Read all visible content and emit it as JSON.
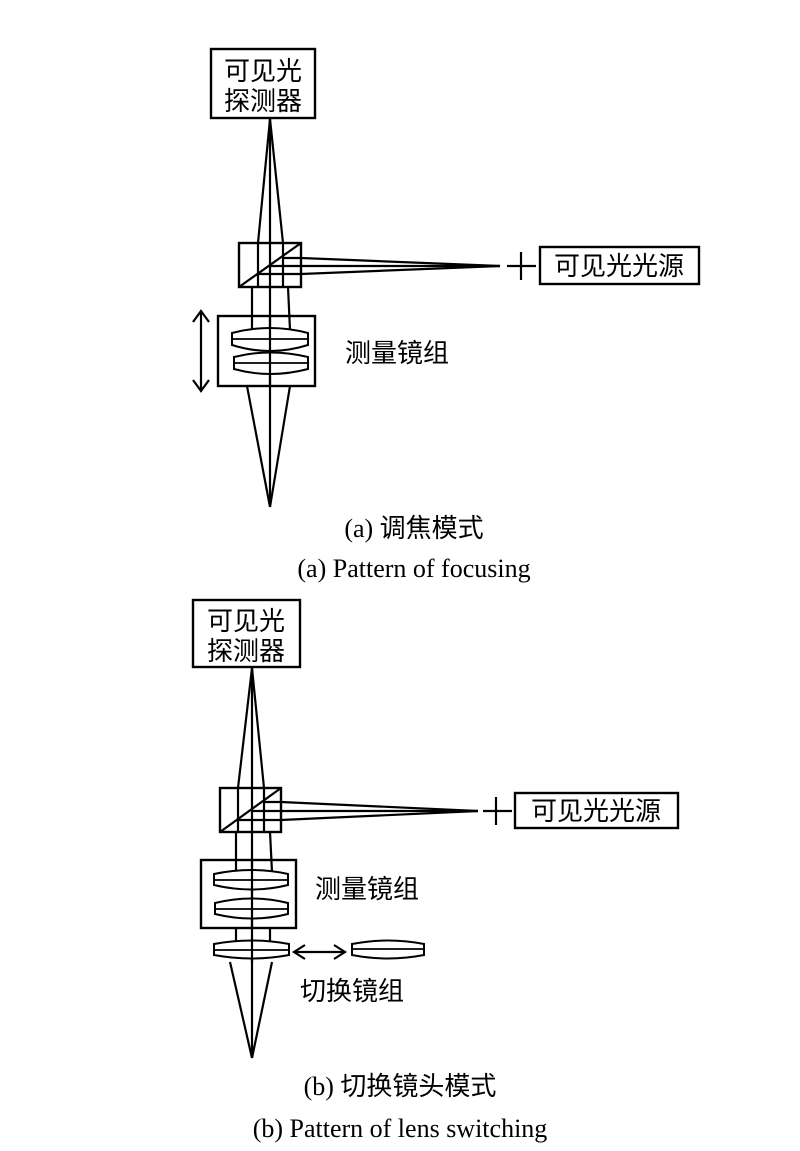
{
  "panels": [
    {
      "id": "a",
      "detector_label": [
        "可见光",
        "探测器"
      ],
      "light_source_label": "可见光光源",
      "lens_group_label": "测量镜组",
      "caption_cn": "(a) 调焦模式",
      "caption_en": "(a) Pattern of focusing"
    },
    {
      "id": "b",
      "detector_label": [
        "可见光",
        "探测器"
      ],
      "light_source_label": "可见光光源",
      "lens_group_label": "测量镜组",
      "switch_group_label": "切换镜组",
      "caption_cn": "(b) 切换镜头模式",
      "caption_en": "(b) Pattern of lens switching"
    }
  ],
  "colors": {
    "line": "#000000",
    "background": "#ffffff"
  }
}
